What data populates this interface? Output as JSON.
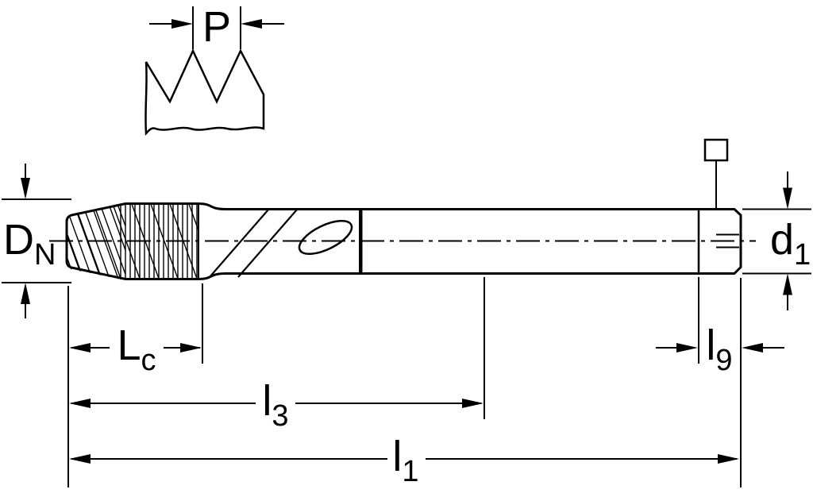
{
  "meta": {
    "title": "Machine tap dimensional drawing"
  },
  "colors": {
    "background": "#ffffff",
    "body_fill": "#c9c9c9",
    "line": "#000000",
    "symbol_fill": "#ffffff"
  },
  "labels": {
    "pitch": {
      "main": "P",
      "sub": ""
    },
    "nominal_diameter": {
      "main": "D",
      "sub": "N"
    },
    "shank_diameter": {
      "main": "d",
      "sub": "1"
    },
    "chamfer_length": {
      "main": "L",
      "sub": "c"
    },
    "thread_length": {
      "main": "l",
      "sub": "3"
    },
    "overall_length": {
      "main": "l",
      "sub": "1"
    },
    "square_length": {
      "main": "l",
      "sub": "9"
    }
  }
}
